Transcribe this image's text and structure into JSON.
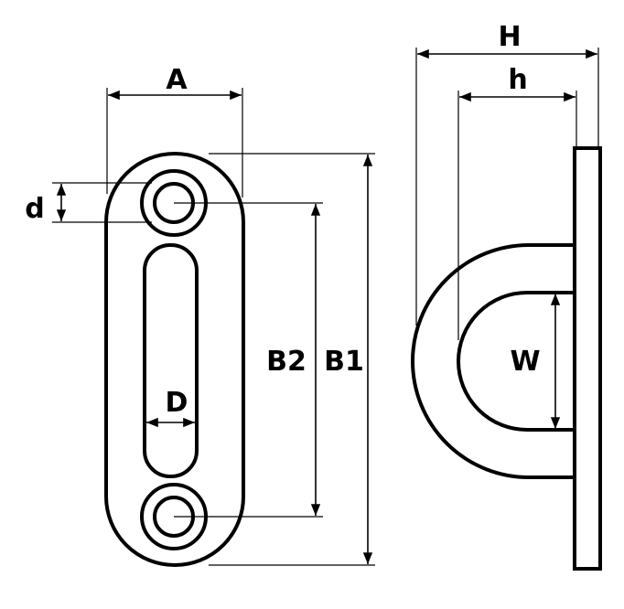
{
  "diagram": {
    "labels": {
      "A": "A",
      "d": "d",
      "D": "D",
      "B1": "B1",
      "B2": "B2",
      "H": "H",
      "h": "h",
      "W": "W"
    },
    "colors": {
      "line": "#000000",
      "background": "#ffffff"
    }
  }
}
